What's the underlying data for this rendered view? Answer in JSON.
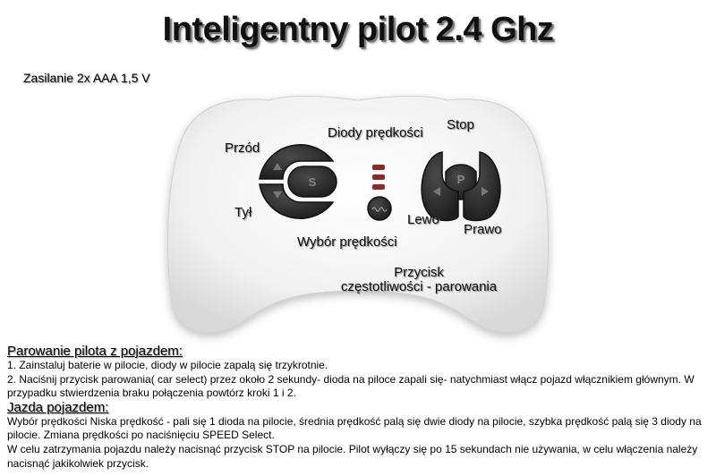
{
  "title": "Inteligentny pilot 2.4 Ghz",
  "power": "Zasilanie 2x AAA 1,5 V",
  "labels": {
    "front": "Przód",
    "back": "Tył",
    "speed_leds": "Diody prędkości",
    "stop": "Stop",
    "left": "Lewo",
    "right": "Prawo",
    "speed_select": "Wybór prędkości",
    "pairing_line1": "Przycisk",
    "pairing_line2": "częstotliwości - parowania"
  },
  "buttons": {
    "s_button": "S",
    "p_button": "P"
  },
  "icons": {
    "up": "triangle-up-icon",
    "down": "triangle-down-icon",
    "left": "triangle-left-icon",
    "right": "triangle-right-icon",
    "wave": "wave-icon"
  },
  "colors": {
    "button_dark": "#2b2b2b",
    "led_red": "#8a2a2a",
    "body": "#f4f4f4"
  },
  "instructions": {
    "pairing_heading": "Parowanie pilota z pojazdem:",
    "pairing_step1": "1. Zainstaluj baterie w pilocie, diody w pilocie zapalą się trzykrotnie.",
    "pairing_step2": "2. Naciśnij przycisk parowania( car select) przez około 2 sekundy- dioda na piloce zapali się- natychmiast włącz pojazd włącznikiem głównym. W przypadku stwierdzenia braku połączenia powtórz kroki 1 i 2.",
    "driving_heading": "Jazda pojazdem:",
    "driving_text1": "Wybór prędkości Niska prędkość - pali się 1 dioda na pilocie, średnia prędkość palą się dwie diody na pilocie, szybka prędkość palą się 3 diody na pilocie. Zmiana prędkości po naciśnięciu SPEED Select.",
    "driving_text2": "W celu zatrzymania pojazdu należy nacisnąć przycisk STOP na pilocie. Pilot wyłączy się po 15 sekundach nie używania, w celu włączenia należy  nacisnąć jakikolwiek przycisk."
  }
}
